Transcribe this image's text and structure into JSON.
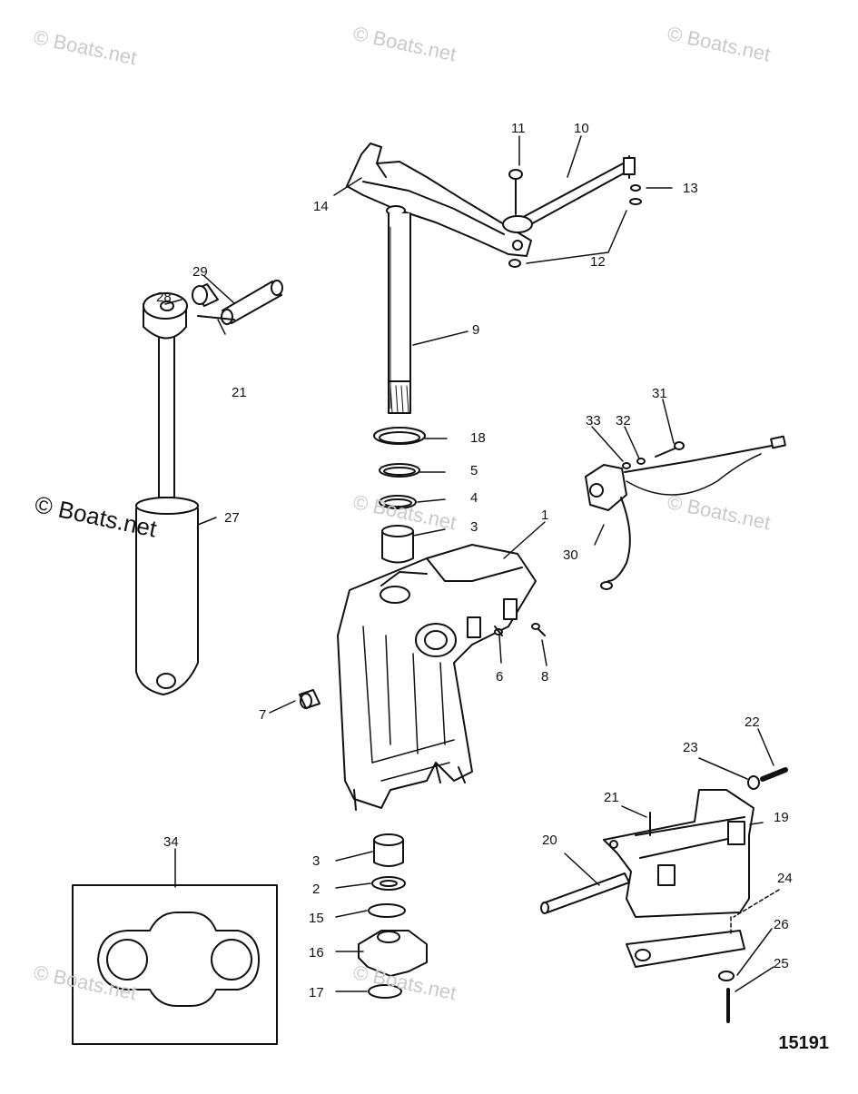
{
  "watermarks": [
    "© Boats.net",
    "© Boats.net",
    "© Boats.net",
    "© Boats.net",
    "© Boats.net",
    "© Boats.net",
    "© Boats.net",
    "© Boats.net"
  ],
  "diagram_number": "15191",
  "callouts": [
    "1",
    "2",
    "3",
    "3",
    "4",
    "5",
    "6",
    "7",
    "8",
    "9",
    "10",
    "11",
    "12",
    "13",
    "14",
    "15",
    "16",
    "17",
    "18",
    "19",
    "20",
    "21",
    "21",
    "22",
    "23",
    "24",
    "25",
    "26",
    "27",
    "28",
    "29",
    "30",
    "31",
    "32",
    "33",
    "34"
  ],
  "colors": {
    "line": "#111111",
    "watermark": "#c9c9c9",
    "background": "#ffffff"
  }
}
